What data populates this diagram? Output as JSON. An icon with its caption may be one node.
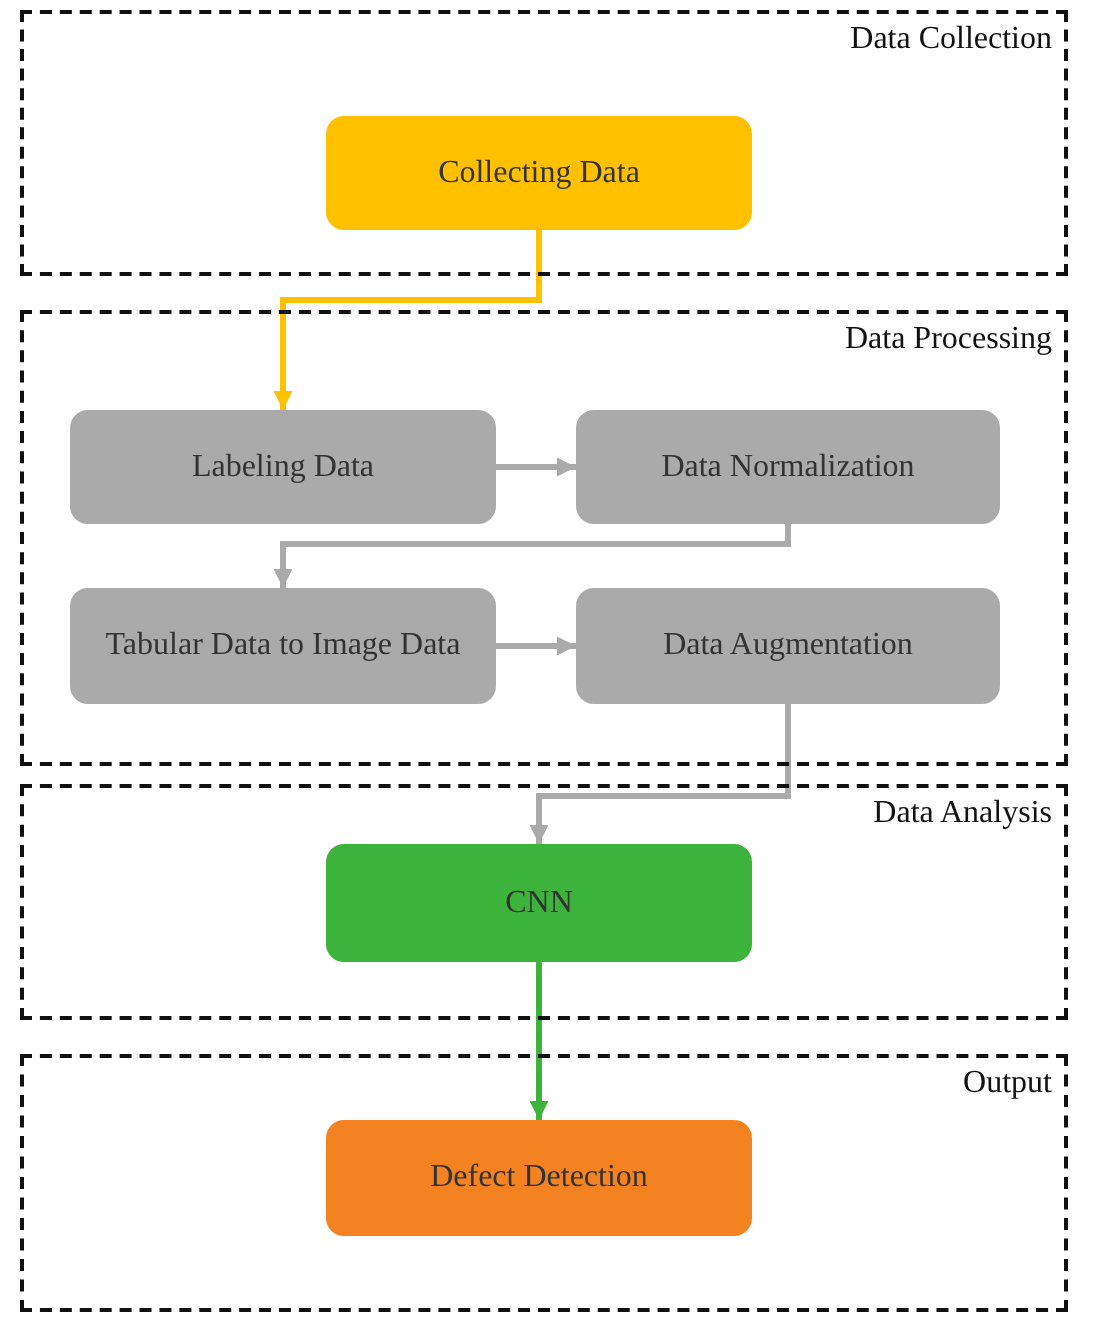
{
  "diagram": {
    "nodes": [
      {
        "text": [
          "Data Collection"
        ]
      },
      {
        "text": [
          "Collecting Data"
        ],
        "in": 0
      },
      {
        "text": [
          "Data Processing"
        ]
      },
      {
        "text": [
          "Labeling Data"
        ],
        "in": 2
      },
      {
        "text": [
          "Data Normalization"
        ],
        "in": 2
      },
      {
        "text": [
          "Tabular Data to Image Data"
        ],
        "in": 2
      },
      {
        "text": [
          "Data Augmentation"
        ],
        "in": 2
      },
      {
        "text": [
          "Data Analysis"
        ]
      },
      {
        "text": [
          "CNN"
        ],
        "in": 7
      },
      {
        "text": [
          "Output"
        ]
      },
      {
        "text": [
          "Defect Detection"
        ],
        "in": 9
      }
    ],
    "edges": [
      {
        "from": 1,
        "to": 3,
        "arrow": "to",
        "color": "#ffc000"
      },
      {
        "from": 3,
        "to": 4,
        "arrow": "to"
      },
      {
        "from": 4,
        "to": 5,
        "arrow": "to"
      },
      {
        "from": 5,
        "to": 6,
        "arrow": "to"
      },
      {
        "from": 6,
        "to": 8,
        "arrow": "to"
      },
      {
        "from": 8,
        "to": 10,
        "arrow": "to",
        "color": "#3cb43c"
      }
    ]
  }
}
